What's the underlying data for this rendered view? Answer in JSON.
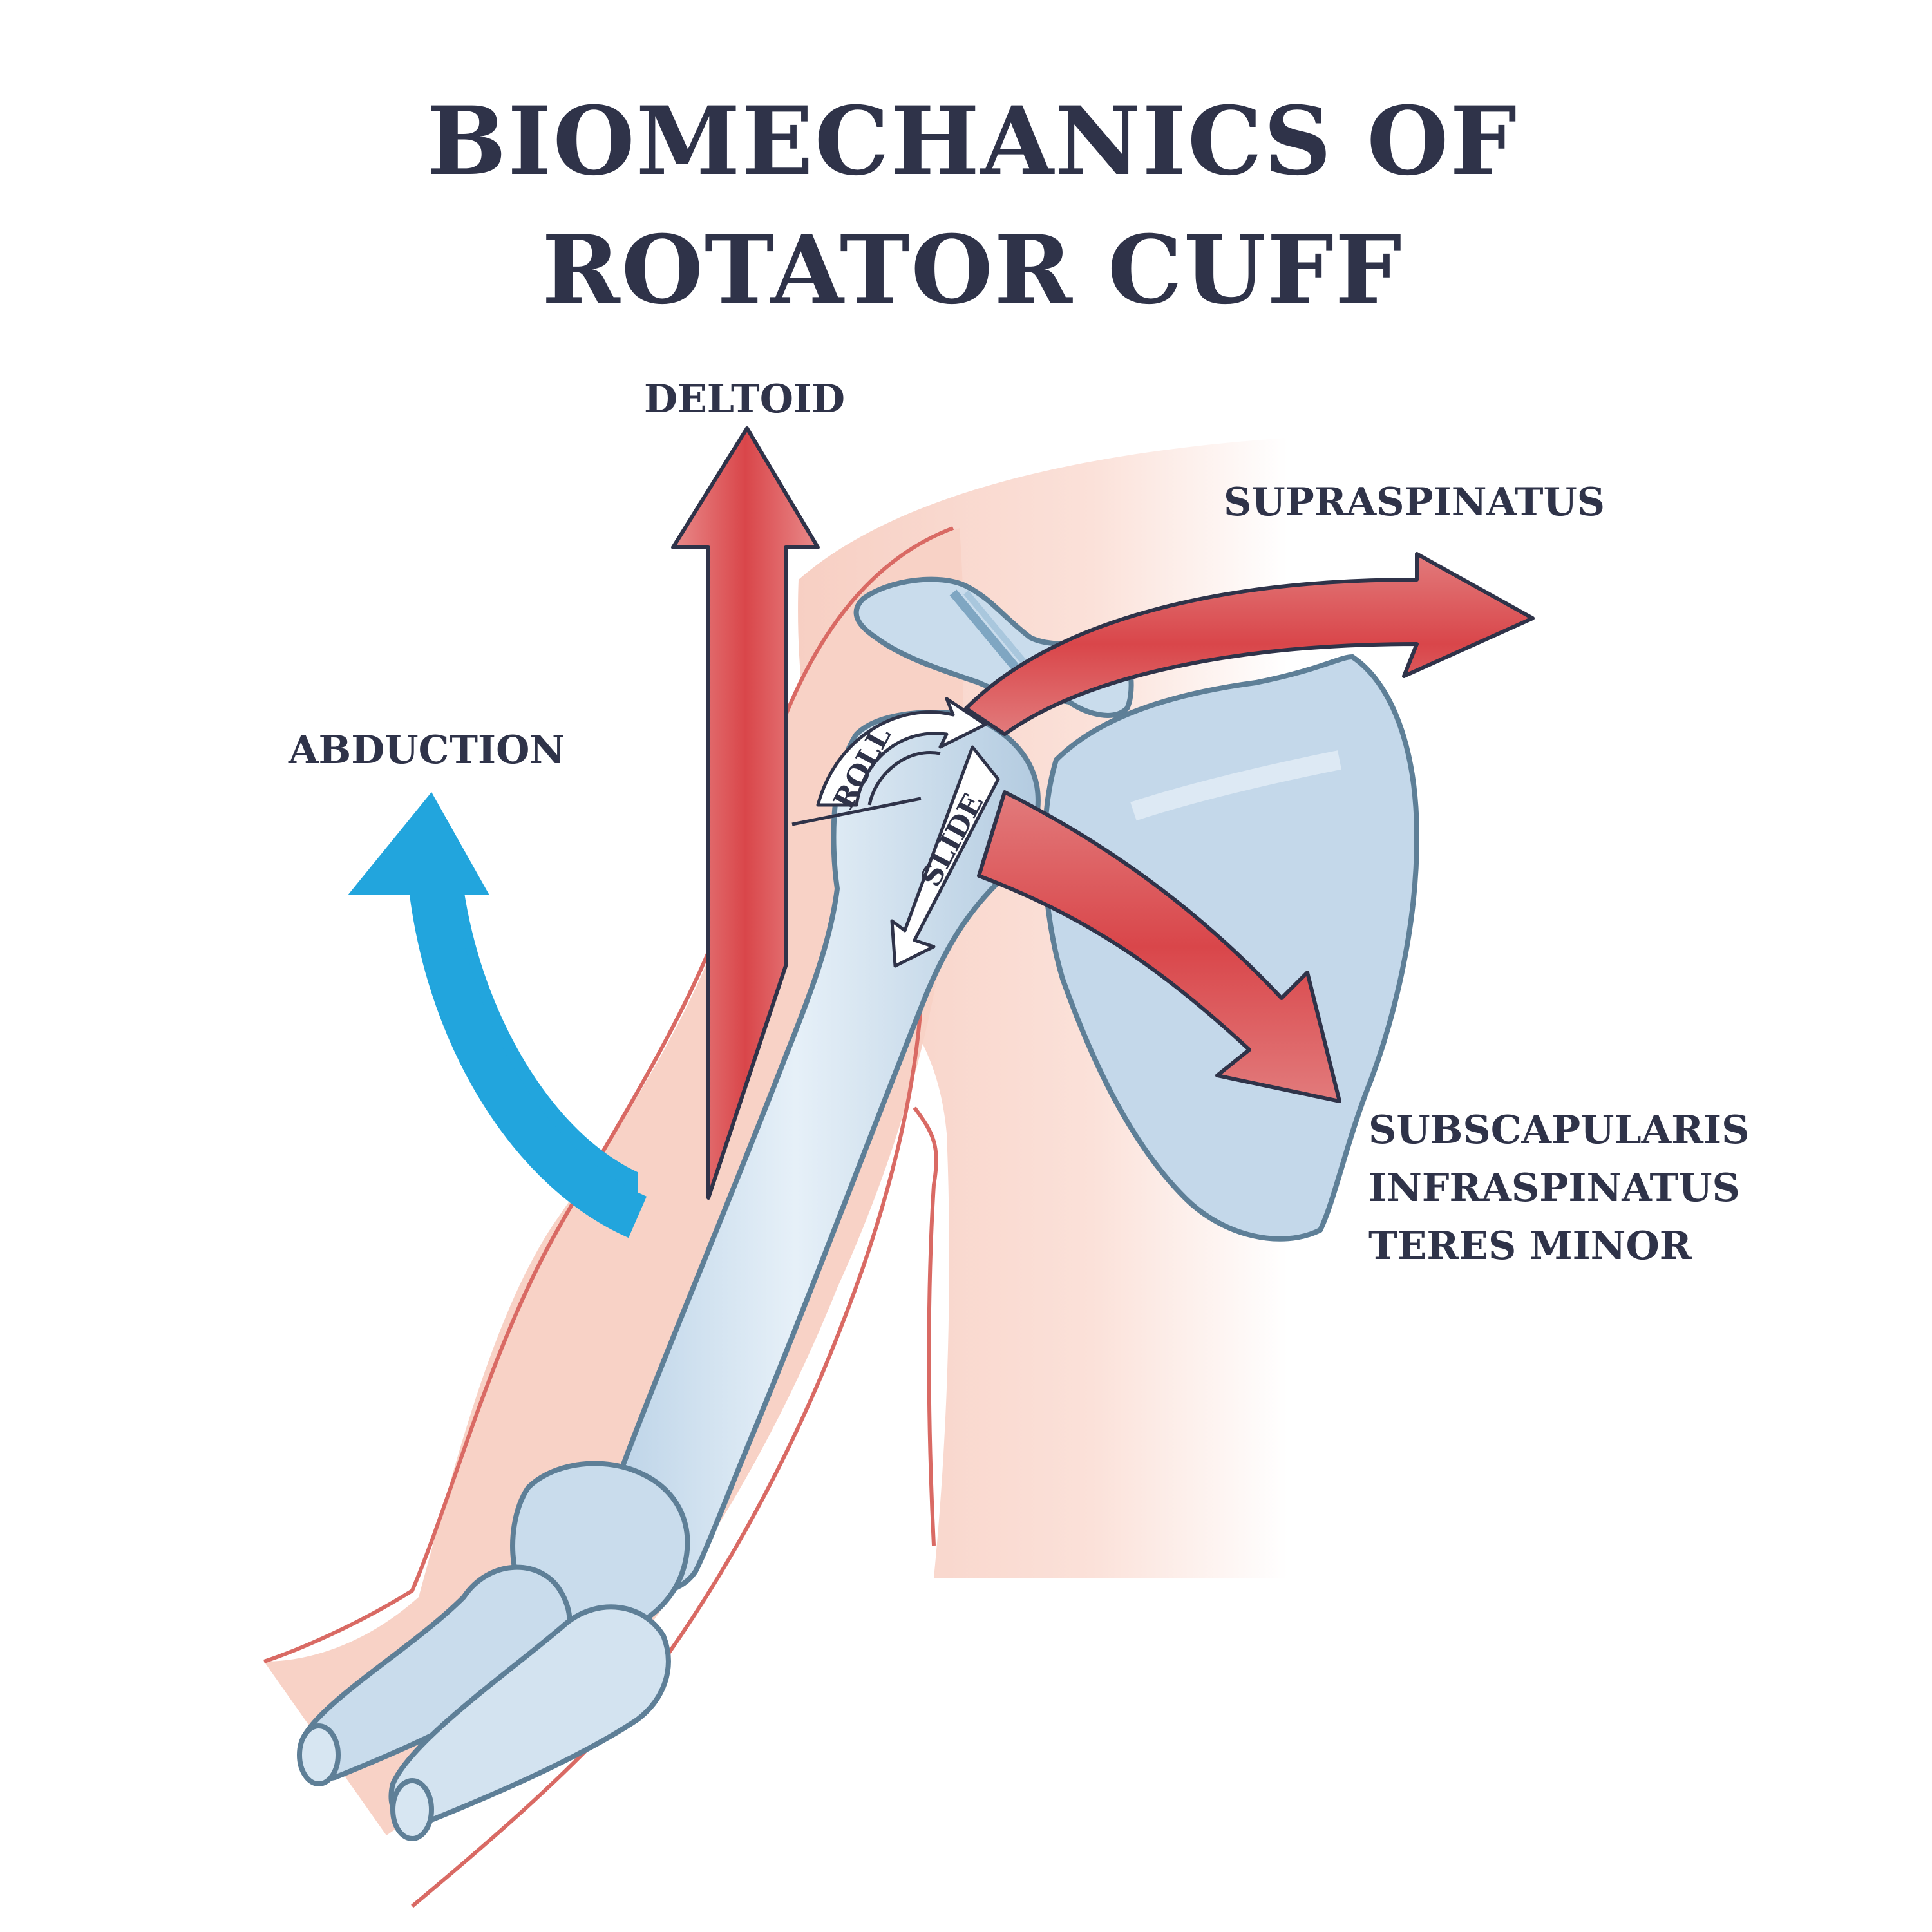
{
  "title": {
    "line1": "BIOMECHANICS OF",
    "line2": "ROTATOR CUFF"
  },
  "labels": {
    "deltoid": "DELTOID",
    "supraspinatus": "SUPRASPINATUS",
    "abduction": "ABDUCTION",
    "lower_group": [
      "SUBSCAPULARIS",
      "INFRASPINATUS",
      "TERES MINOR"
    ],
    "roll": "ROLL",
    "slide": "SLIDE"
  },
  "colors": {
    "text": "#2f3349",
    "muscle_arrow": "#d9464a",
    "abduction_arrow": "#22a5dd",
    "bone": "#cfe0ef",
    "bone_outline": "#5e7f97",
    "skin": "#f9d7cc",
    "skin_outline": "#d96a64"
  }
}
